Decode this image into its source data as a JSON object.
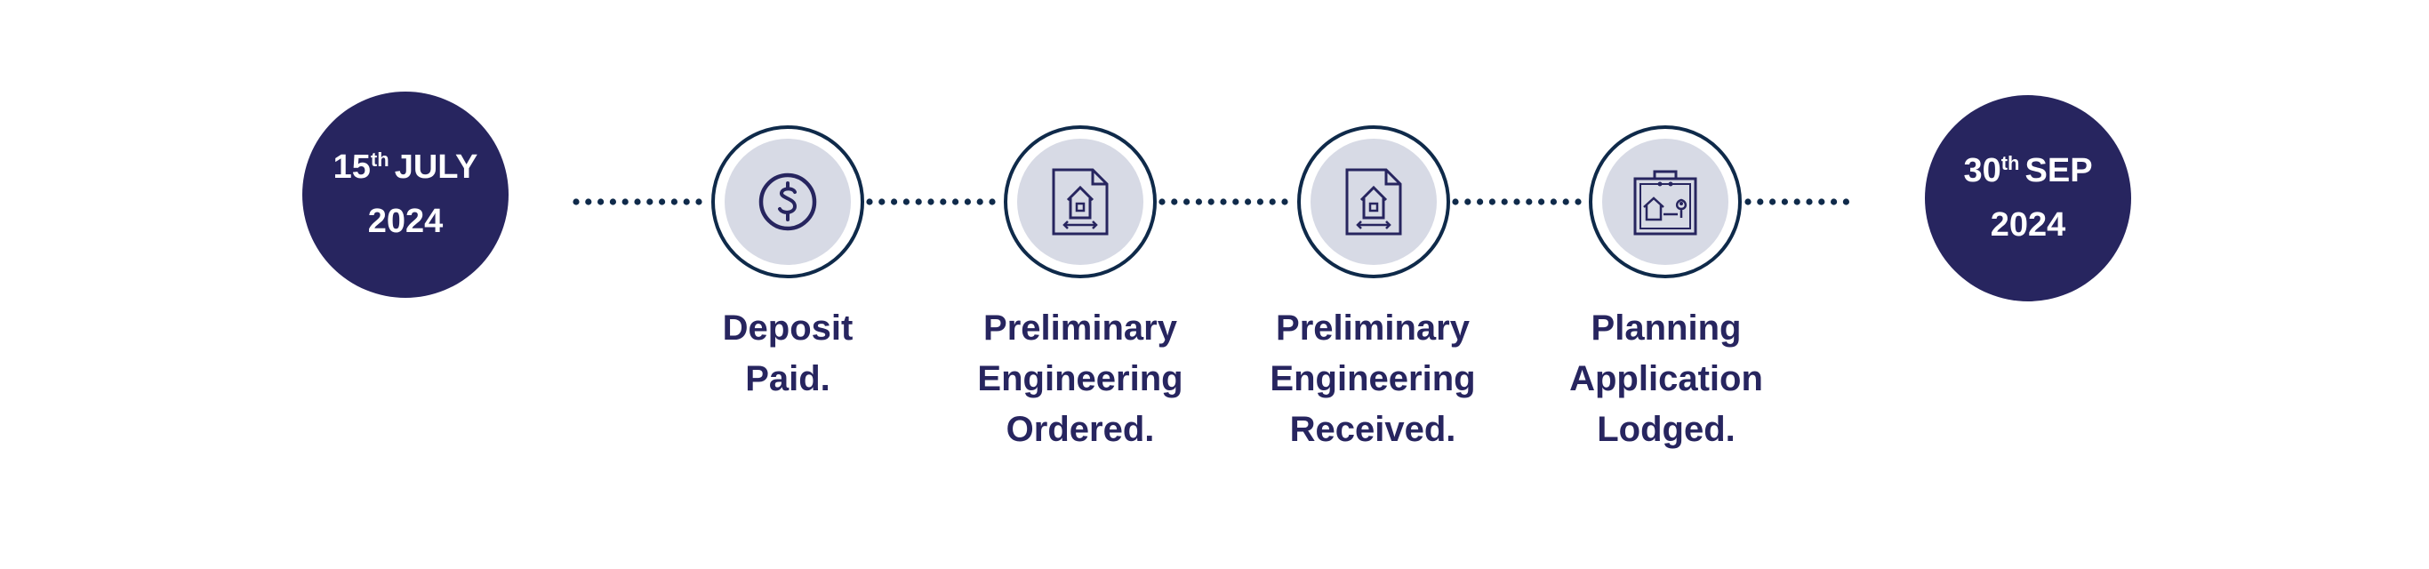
{
  "colors": {
    "navy": "#27255f",
    "dot": "#0f2a4a",
    "icon_bg": "#d7dae5",
    "white": "#ffffff"
  },
  "start_date": {
    "day": "15",
    "suffix": "th",
    "month": "JULY",
    "year": "2024"
  },
  "end_date": {
    "day": "30",
    "suffix": "th",
    "month": "SEP",
    "year": "2024"
  },
  "steps": [
    {
      "icon": "dollar-coin-icon",
      "label_lines": [
        "Deposit",
        "Paid."
      ]
    },
    {
      "icon": "house-document-icon",
      "label_lines": [
        "Preliminary",
        "Engineering",
        "Ordered."
      ]
    },
    {
      "icon": "house-document-icon",
      "label_lines": [
        "Preliminary",
        "Engineering",
        "Received."
      ]
    },
    {
      "icon": "clipboard-plan-icon",
      "label_lines": [
        "Planning",
        "Application",
        "Lodged."
      ]
    }
  ]
}
